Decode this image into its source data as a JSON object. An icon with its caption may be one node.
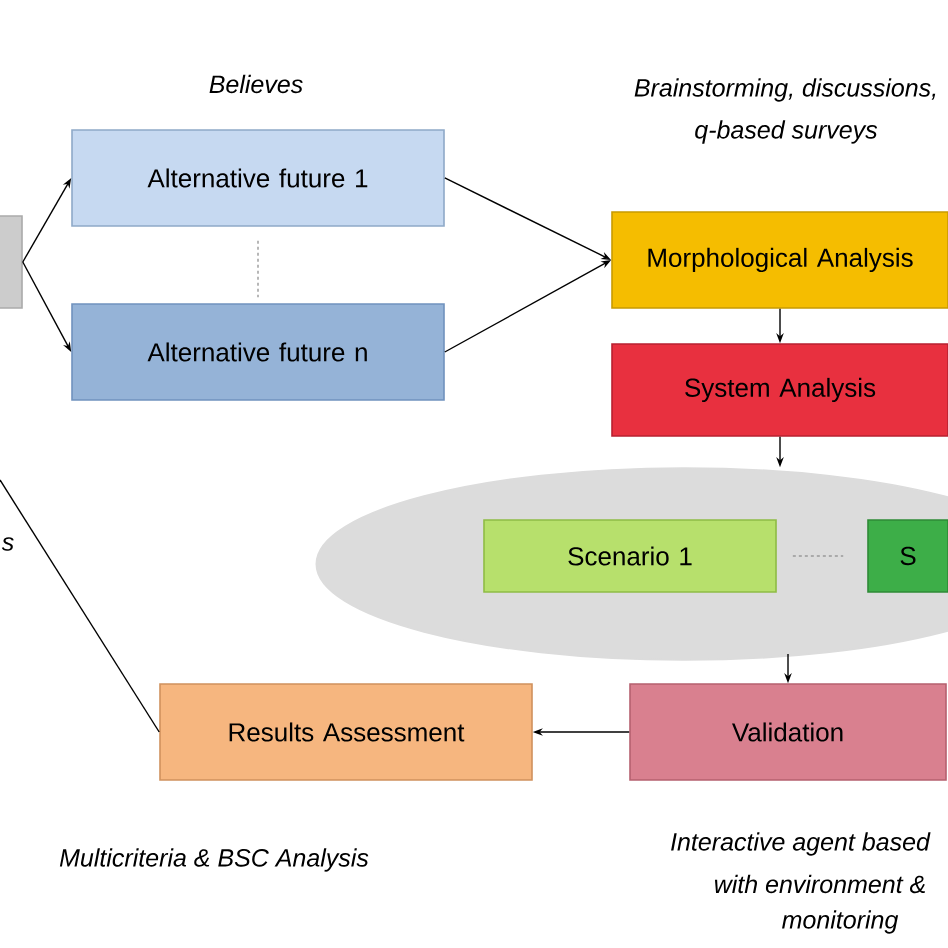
{
  "diagram": {
    "nodes": [
      {
        "text": [],
        "shape": "box"
      },
      {
        "text": [
          "Alternative future 1"
        ]
      },
      {
        "text": [
          "Alternative future n"
        ]
      },
      {
        "text": [
          "Morphological Analysis"
        ]
      },
      {
        "text": [
          "System Analysis"
        ]
      },
      {
        "text": [],
        "shape": "ellipse"
      },
      {
        "text": [
          "Scenario 1"
        ],
        "in": 5
      },
      {
        "text": [
          "S"
        ],
        "in": 5
      },
      {
        "text": [
          "Validation"
        ]
      },
      {
        "text": [
          "Results Assessment"
        ]
      }
    ],
    "edges": [
      {
        "from": 0,
        "to": 1,
        "arrow": "to"
      },
      {
        "from": 0,
        "to": 2,
        "arrow": "to"
      },
      {
        "from": 1,
        "to": 3,
        "arrow": "to"
      },
      {
        "from": 2,
        "to": 3,
        "arrow": "to"
      },
      {
        "from": 3,
        "to": 4,
        "arrow": "to"
      },
      {
        "from": 4,
        "to": 5,
        "arrow": "to"
      },
      {
        "from": 5,
        "to": 8,
        "arrow": "to"
      },
      {
        "from": 8,
        "to": 9,
        "arrow": "to"
      },
      {
        "from": 9,
        "to": null,
        "arrow": "none"
      },
      {
        "from": 1,
        "to": 2,
        "arrow": "none",
        "style": "dashed",
        "color": "#999999"
      },
      {
        "from": 6,
        "to": 7,
        "arrow": "none",
        "style": "dashed",
        "color": "#999999"
      }
    ],
    "labels": [
      "Believes",
      "Brainstorming, discussions,",
      "q-based surveys",
      "s",
      "Multicriteria & BSC Analysis",
      "Interactive agent based",
      "with environment &",
      "monitoring"
    ]
  }
}
